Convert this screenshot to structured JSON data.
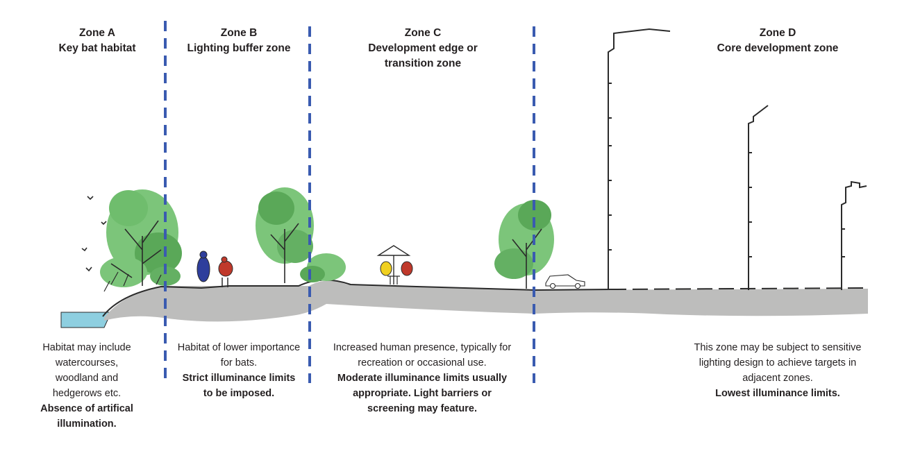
{
  "zones": [
    {
      "id": "a",
      "name": "Zone A",
      "title": "Key bat habitat",
      "description": [
        "Habitat may include",
        "watercourses,",
        "woodland and",
        "hedgerows etc."
      ],
      "emphasis": [
        "Absence of artifical",
        "illumination."
      ]
    },
    {
      "id": "b",
      "name": "Zone B",
      "title": "Lighting buffer zone",
      "description": [
        "Habitat of lower importance",
        "for bats."
      ],
      "emphasis": [
        "Strict illuminance limits",
        "to be imposed."
      ]
    },
    {
      "id": "c",
      "name": "Zone C",
      "title": "Development edge or transition zone",
      "title_lines": [
        "Development edge or",
        "transition zone"
      ],
      "description": [
        "Increased human presence, typically for",
        "recreation or occasional use."
      ],
      "emphasis": [
        "Moderate illuminance limits usually",
        "appropriate. Light barriers or",
        "screening may feature."
      ]
    },
    {
      "id": "d",
      "name": "Zone D",
      "title": "Core development zone",
      "description": [
        "This zone may be subject to sensitive",
        "lighting design to achieve targets in",
        "adjacent zones."
      ],
      "emphasis": [
        "Lowest illuminance limits."
      ]
    }
  ],
  "colors": {
    "divider": "#3a5bb0",
    "ground": "#bdbdbc",
    "tree_light": "#7cc57a",
    "tree_dark": "#3f8f3c",
    "water": "#8ecfe0",
    "figure_blue": "#2e3e9c",
    "figure_red": "#c0392b",
    "figure_yellow": "#f0d020",
    "outline": "#2a2a2a"
  }
}
